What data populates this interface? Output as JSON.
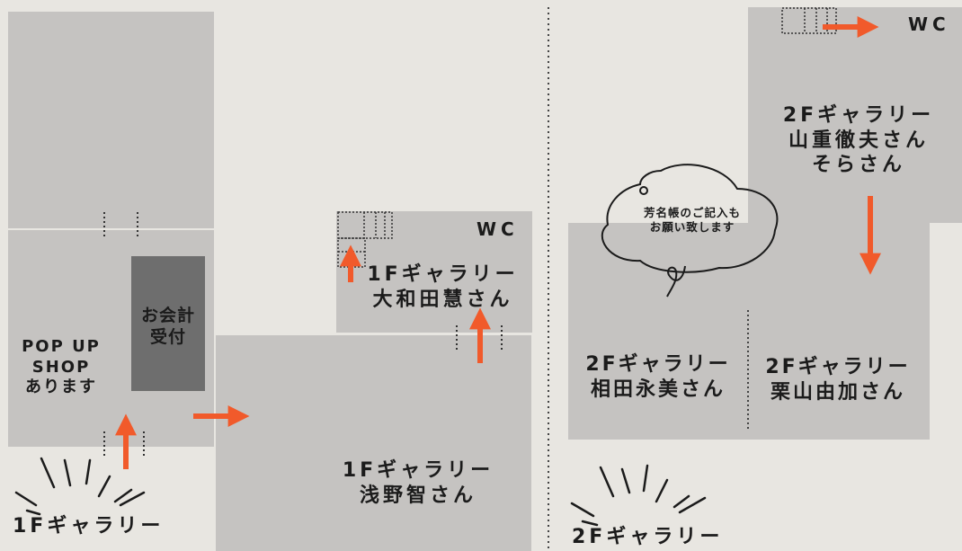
{
  "floor1": {
    "heading": "1Fギャラリー",
    "popup_shop": [
      "POP UP",
      "SHOP",
      "あります"
    ],
    "cashier": [
      "お会計",
      "受付"
    ],
    "gallery_asano": [
      "1Fギャラリー",
      "浅野智さん"
    ],
    "gallery_owada": [
      "1Fギャラリー",
      "大和田慧さん"
    ],
    "wc": "WC"
  },
  "floor2": {
    "heading": "2Fギャラリー",
    "gallery_yamashige": [
      "2Fギャラリー",
      "山重徹夫さん",
      "そらさん"
    ],
    "gallery_aida": [
      "2Fギャラリー",
      "相田永美さん"
    ],
    "gallery_kuriyama": [
      "2Fギャラリー",
      "栗山由加さん"
    ],
    "wc": "WC",
    "guestbook_note": [
      "芳名帳のご記入も",
      "お願い致します"
    ]
  },
  "colors": {
    "background": "#e8e6e1",
    "room": "#c5c3c1",
    "cashier_room": "#6e6e6e",
    "arrow": "#f15a2b",
    "text": "#1b1b1b"
  }
}
